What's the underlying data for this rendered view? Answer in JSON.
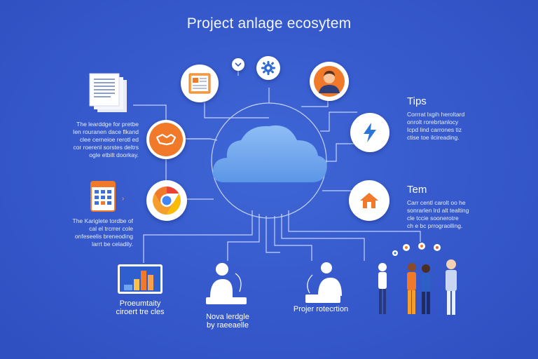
{
  "title": "Project anlage ecosytem",
  "right": {
    "tips_heading": "Tips",
    "tips_lines": [
      "Corrrat lxgih heroltard",
      "onrolt rorebrtanlocy",
      "Icpd lind carrones tiz",
      "ctise toe ilcireading."
    ],
    "tem_heading": "Tem",
    "tem_lines": [
      "Carr centl carolt oo he",
      "sonrarlen lrd alt tealting",
      "cle tccie soonerotre",
      "ch e bc prrograolling."
    ]
  },
  "left": {
    "block1_lines": [
      "The learddge for pretbe",
      "Ien rouranen dace flkand",
      "clee cerneioe rerotl ed",
      "cor roerenl sorstes deltrs",
      "ogle etbilt doorkay."
    ],
    "block2_lines": [
      "The Kariglete tordbe of",
      "cal el trcrrer cole",
      "onfeseelis breneoding",
      "larrt be celadily."
    ]
  },
  "bottom": {
    "monitor_label_1": "Proeumtaity",
    "monitor_label_2": "ciroert tre cles",
    "person1_label_1": "Nova lerdgle",
    "person1_label_2": "by raeeaelle",
    "person2_label": "Projer rotecrtion"
  },
  "icons": {
    "top_chevron": "chevron-down-icon",
    "top_gear": "gear-icon",
    "cloud": "cloud-icon",
    "document": "document-stack-icon",
    "news": "newspaper-icon",
    "handshake": "handshake-icon",
    "chrome": "browser-icon",
    "calendar": "calendar-icon",
    "avatar": "person-avatar-icon",
    "lightning": "lightning-icon",
    "home": "home-icon",
    "monitor": "monitor-chart-icon",
    "team": "team-people-icon"
  },
  "colors": {
    "background": "#3558cb",
    "orange": "#f07a2a",
    "cloud": "#6ea6ee",
    "lightning": "#2c74d8"
  }
}
